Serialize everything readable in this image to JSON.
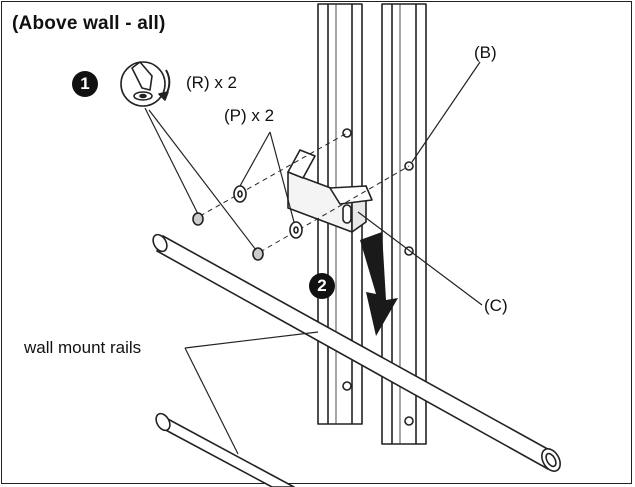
{
  "title": "(Above wall - all)",
  "steps": {
    "one": "1",
    "two": "2"
  },
  "labels": {
    "r": "(R) x 2",
    "p": "(P) x 2",
    "b": "(B)",
    "c": "(C)",
    "rails": "wall mount rails"
  },
  "icons": {
    "step1_tool": "screwdriver-rotate-icon",
    "step2_direction": "down-arrow-icon"
  }
}
